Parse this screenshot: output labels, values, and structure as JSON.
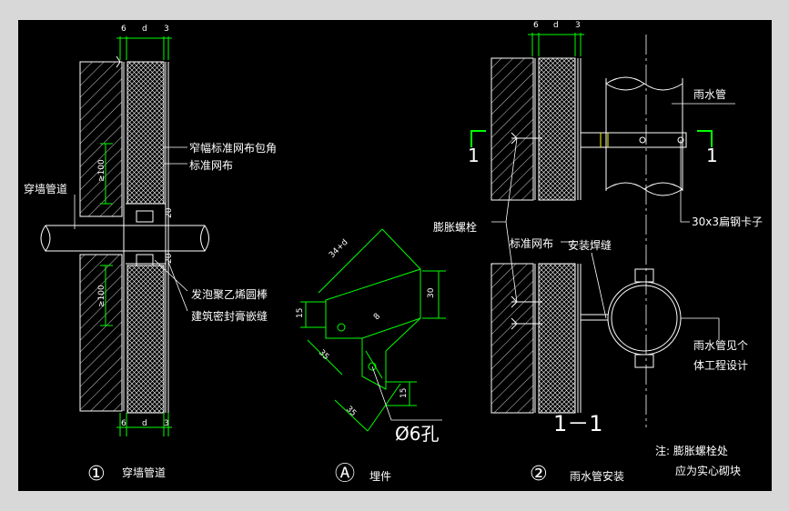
{
  "detail1": {
    "top_dims": [
      "6",
      "d",
      "3"
    ],
    "bottom_dims": [
      "6",
      "d",
      "3"
    ],
    "dim_upper": "≥100",
    "dim_lower": "≥100",
    "dim_small_upper": "20",
    "dim_small_lower": "20",
    "label_pipe": "穿墙管道",
    "label_narrow_mesh": "窄幅标准网布包角",
    "label_mesh": "标准网布",
    "label_foam_rod": "发泡聚乙烯圆棒",
    "label_sealant": "建筑密封膏嵌缝",
    "caption_num": "①",
    "caption_title": "穿墙管道"
  },
  "detailA": {
    "dim_top": "34+d",
    "dim_30": "30",
    "dim_15a": "15",
    "dim_35a": "35",
    "dim_35b": "35",
    "dim_15b": "15",
    "dim_8": "8",
    "hole": "Ø6孔",
    "caption_num": "Ⓐ",
    "caption_title": "埋件"
  },
  "detail2": {
    "top_dims": [
      "6",
      "d",
      "3"
    ],
    "section_left": "1",
    "section_right": "1",
    "section_title": "1－1",
    "label_rain_pipe": "雨水管",
    "label_bolt": "膨胀螺栓",
    "label_mesh": "标准网布",
    "label_weld": "安装焊缝",
    "label_clip": "30x3扁钢卡子",
    "label_see_1": "雨水管见个",
    "label_see_2": "体工程设计",
    "caption_num": "②",
    "caption_title": "雨水管安装"
  },
  "note": {
    "line1": "注: 膨胀螺栓处",
    "line2": "应为实心砌块"
  }
}
